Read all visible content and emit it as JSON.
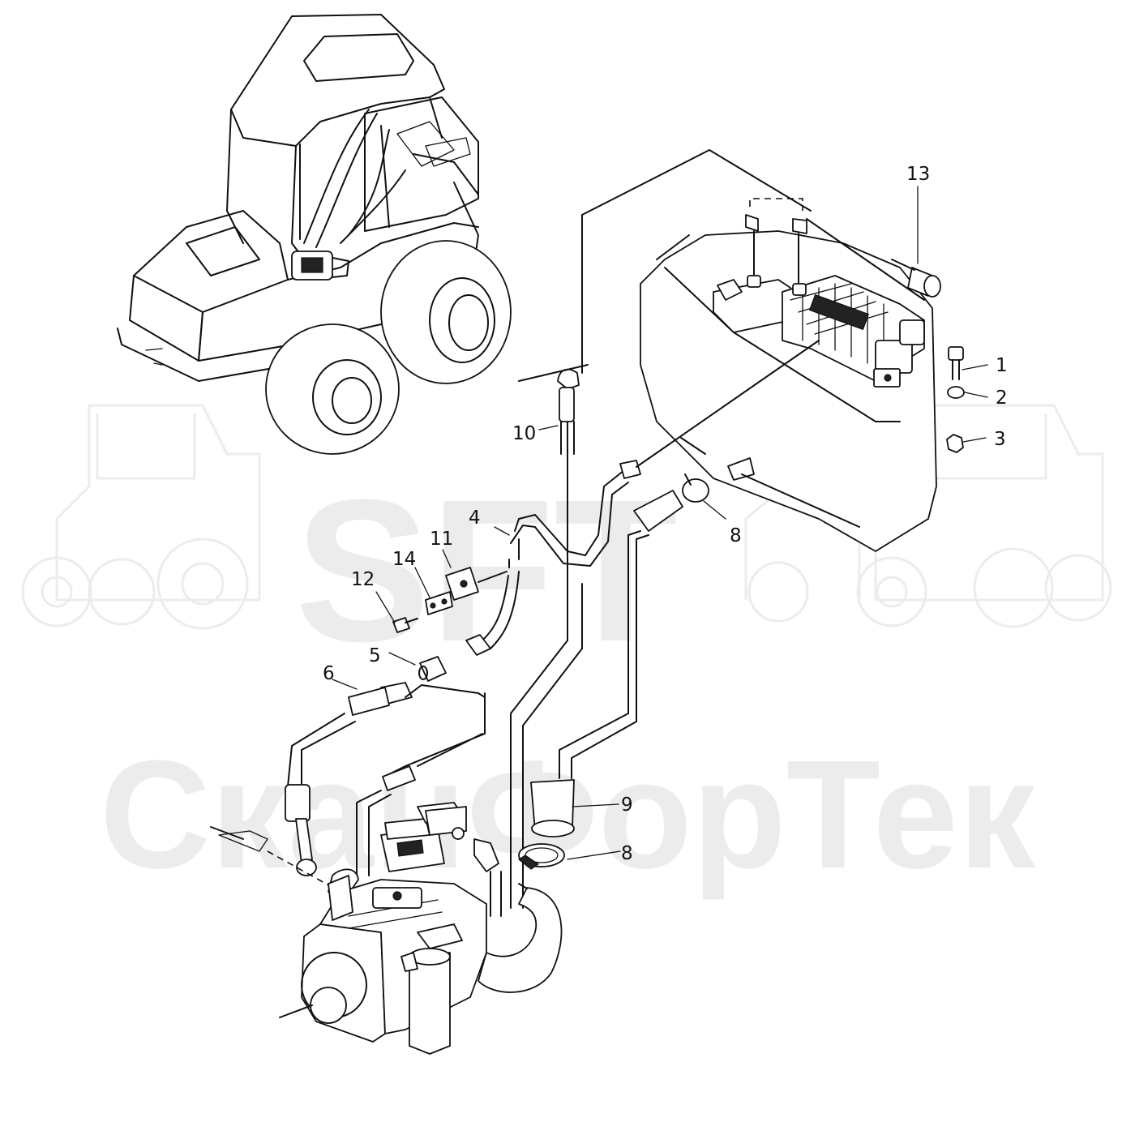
{
  "watermark": {
    "logo_text": "SFT",
    "company_text": "СканФорТек"
  },
  "callouts": [
    {
      "id": "callout-1",
      "label": "1"
    },
    {
      "id": "callout-2",
      "label": "2"
    },
    {
      "id": "callout-3",
      "label": "3"
    },
    {
      "id": "callout-4",
      "label": "4"
    },
    {
      "id": "callout-5",
      "label": "5"
    },
    {
      "id": "callout-6",
      "label": "6"
    },
    {
      "id": "callout-8a",
      "label": "8"
    },
    {
      "id": "callout-8b",
      "label": "8"
    },
    {
      "id": "callout-9",
      "label": "9"
    },
    {
      "id": "callout-10",
      "label": "10"
    },
    {
      "id": "callout-11",
      "label": "11"
    },
    {
      "id": "callout-12",
      "label": "12"
    },
    {
      "id": "callout-13",
      "label": "13"
    },
    {
      "id": "callout-14",
      "label": "14"
    }
  ]
}
